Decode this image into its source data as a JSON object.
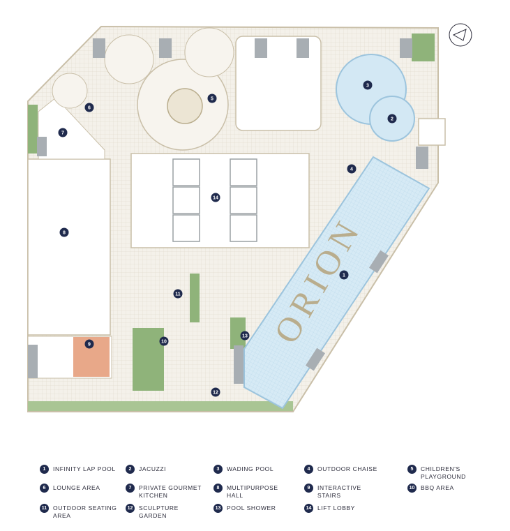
{
  "plan": {
    "compass_icon": "north-arrow-icon",
    "pool_lettering": "ORION",
    "colors": {
      "outline": "#c9bfa8",
      "paving": "#f1ede4",
      "pool": "#d3e8f4",
      "pool_edge": "#9cc4dd",
      "greenery": "#8fb37a",
      "marker": "#1f2a4d",
      "stairs": "#e8a889",
      "roof_panel": "#a8aeb3"
    },
    "markers": [
      "1",
      "2",
      "3",
      "4",
      "5",
      "6",
      "7",
      "8",
      "9",
      "10",
      "11",
      "12",
      "13",
      "14"
    ]
  },
  "legend": [
    {
      "num": "1",
      "label": "INFINITY LAP POOL"
    },
    {
      "num": "2",
      "label": "JACUZZI"
    },
    {
      "num": "3",
      "label": "WADING POOL"
    },
    {
      "num": "4",
      "label": "OUTDOOR CHAISE"
    },
    {
      "num": "5",
      "label": "CHILDREN'S PLAYGROUND"
    },
    {
      "num": "6",
      "label": "LOUNGE AREA"
    },
    {
      "num": "7",
      "label": "PRIVATE GOURMET KITCHEN"
    },
    {
      "num": "8",
      "label": "MULTIPURPOSE HALL"
    },
    {
      "num": "9",
      "label": "INTERACTIVE STAIRS"
    },
    {
      "num": "10",
      "label": "BBQ AREA"
    },
    {
      "num": "11",
      "label": "OUTDOOR SEATING AREA"
    },
    {
      "num": "12",
      "label": "SCULPTURE GARDEN"
    },
    {
      "num": "13",
      "label": "POOL SHOWER"
    },
    {
      "num": "14",
      "label": "LIFT LOBBY"
    }
  ]
}
